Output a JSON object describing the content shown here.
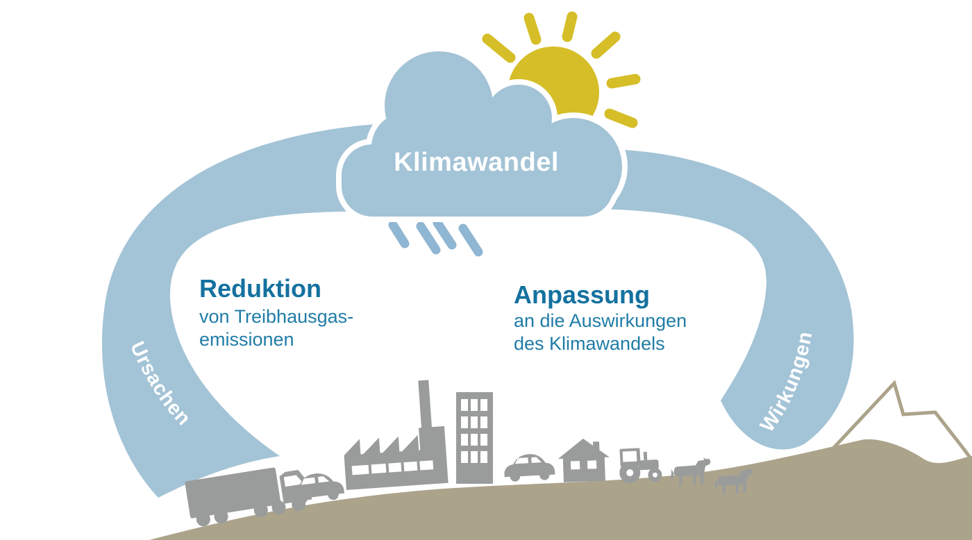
{
  "diagram": {
    "title": "Klimawandel",
    "left_band_label": "Ursachen",
    "right_band_label": "Wirkungen",
    "left_block": {
      "heading": "Reduktion",
      "line1": "von Treibhausgas-",
      "line2": "emissionen"
    },
    "right_block": {
      "heading": "Anpassung",
      "line1": "an die Auswirkungen",
      "line2": "des Klimawandels"
    }
  },
  "colors": {
    "cloud_blue": "#A3C3D6",
    "band_blue": "#A3C3D6",
    "rain_blue": "#8FB6D2",
    "sun_yellow": "#D5BE27",
    "heading_teal": "#14719F",
    "body_teal": "#1F7CA6",
    "label_white": "#FFFFFF",
    "silhouette_gray": "#9A9C9C",
    "ground_tan": "#ACA38B"
  },
  "icons": [
    "sun-icon",
    "cloud-icon",
    "rain-icon",
    "truck-icon",
    "car-icon",
    "factory-icon",
    "office-building-icon",
    "house-icon",
    "tractor-icon",
    "cow-icon",
    "mountain-icon"
  ]
}
